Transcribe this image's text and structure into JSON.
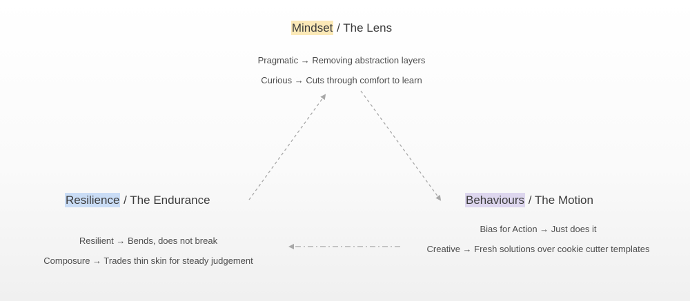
{
  "colors": {
    "mindset_highlight": "#fbe9b7",
    "resilience_highlight": "#c9dcf5",
    "behaviours_highlight": "#ddd6ee",
    "arrow": "#a8a8a8"
  },
  "nodes": {
    "mindset": {
      "keyword": "Mindset",
      "rest": " / The Lens",
      "lines": [
        "Pragmatic → Removing abstraction layers",
        "Curious → Cuts through comfort to learn"
      ]
    },
    "resilience": {
      "keyword": "Resilience",
      "rest": " / The Endurance",
      "lines": [
        "Resilient → Bends, does not break",
        "Composure → Trades thin skin for steady judgement"
      ]
    },
    "behaviours": {
      "keyword": "Behaviours",
      "rest": " / The Motion",
      "lines": [
        "Bias for Action → Just does it",
        "Creative → Fresh solutions over cookie cutter templates"
      ]
    }
  }
}
